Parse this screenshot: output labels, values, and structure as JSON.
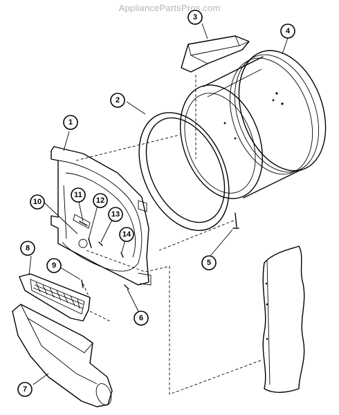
{
  "watermark": "AppliancePartsPros.com",
  "callouts": [
    {
      "id": 1,
      "label": "1"
    },
    {
      "id": 2,
      "label": "2"
    },
    {
      "id": 3,
      "label": "3"
    },
    {
      "id": 4,
      "label": "4"
    },
    {
      "id": 5,
      "label": "5"
    },
    {
      "id": 6,
      "label": "6"
    },
    {
      "id": 7,
      "label": "7"
    },
    {
      "id": 8,
      "label": "8"
    },
    {
      "id": 9,
      "label": "9"
    },
    {
      "id": 10,
      "label": "10"
    },
    {
      "id": 11,
      "label": "11"
    },
    {
      "id": 12,
      "label": "12"
    },
    {
      "id": 13,
      "label": "13"
    },
    {
      "id": 14,
      "label": "14"
    }
  ]
}
